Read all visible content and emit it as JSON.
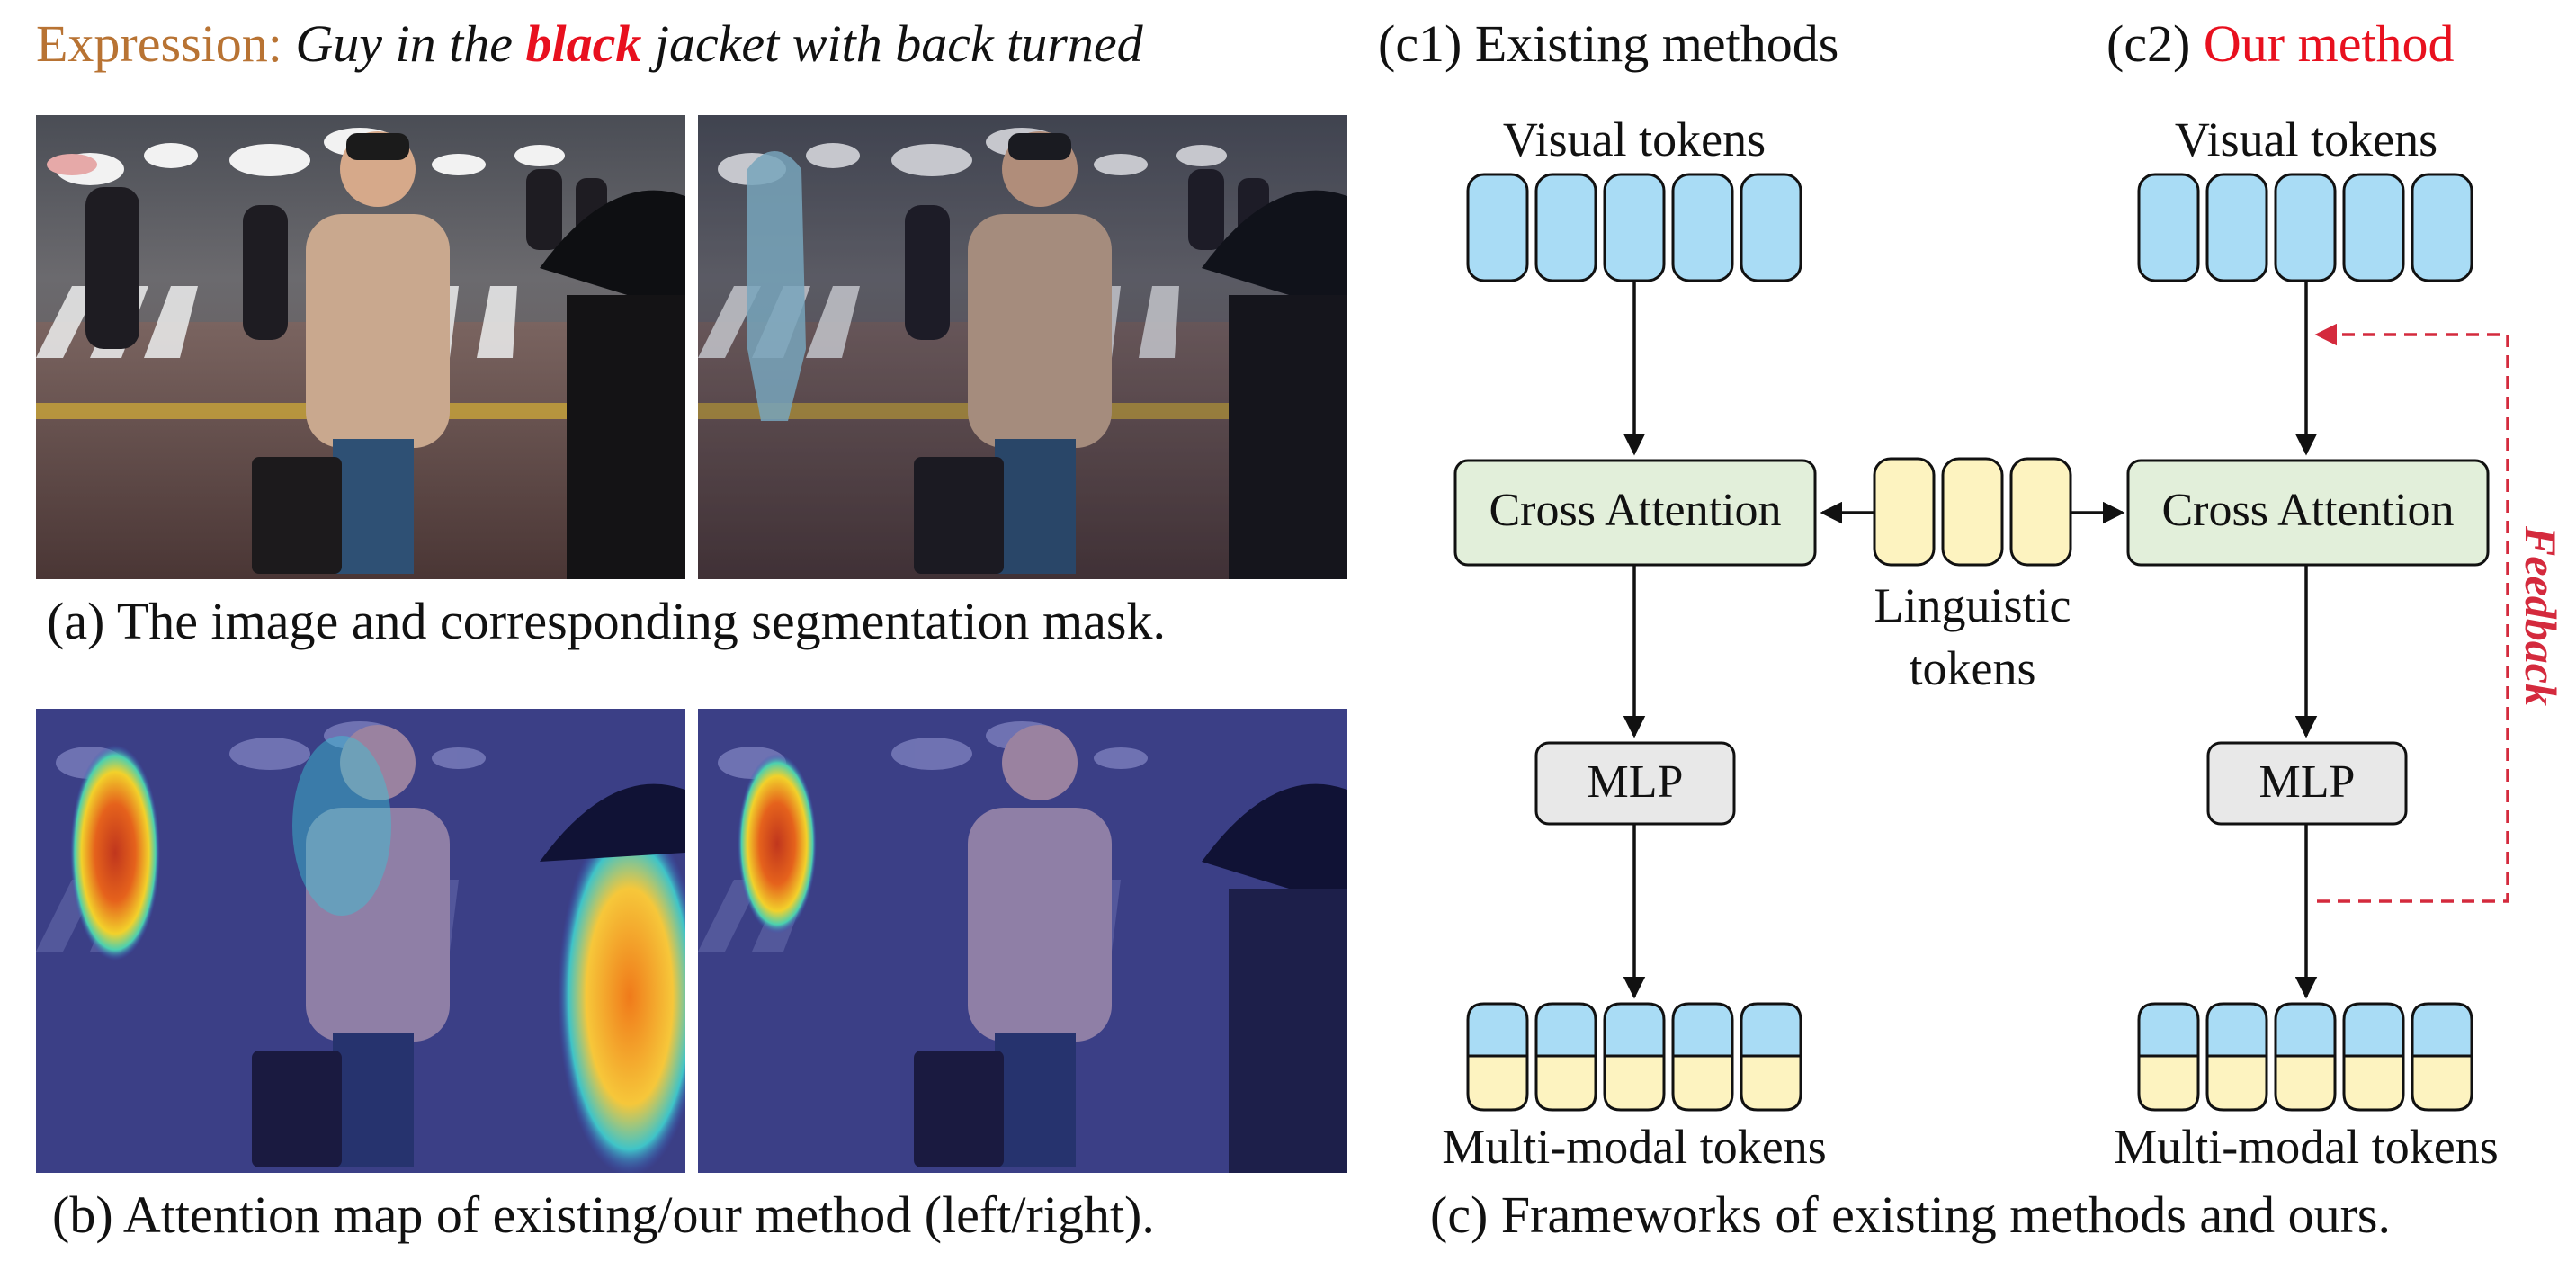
{
  "expression": {
    "prefix": "Expression:",
    "before": "Guy in the",
    "highlight": "black",
    "after": "jacket with back turned"
  },
  "captions": {
    "a": "(a) The image and corresponding segmentation mask.",
    "b": "(b) Attention map of existing/our method (left/right).",
    "c": "(c) Frameworks of existing methods and ours."
  },
  "panels": {
    "c1": {
      "prefix": "(c1)",
      "title": "Existing methods"
    },
    "c2": {
      "prefix": "(c2)",
      "title": "Our method"
    }
  },
  "labels": {
    "visual_tokens": "Visual tokens",
    "cross_attention": "Cross Attention",
    "mlp": "MLP",
    "multimodal_tokens": "Multi-modal tokens",
    "linguistic_line1": "Linguistic",
    "linguistic_line2": "tokens",
    "feedback": "Feedback"
  },
  "colors": {
    "visual_token": "#a9dcf5",
    "linguistic_token": "#fdf3c0",
    "cross_attention_fill": "#e2efda",
    "mlp_fill": "#e8e8e8",
    "feedback": "#d42a3d",
    "expression_prefix": "#b87333",
    "highlight": "#e8101e"
  },
  "photos": {
    "mask_overlay": "light-blue mask on person in black jacket",
    "heatmap_existing": "attention spread over three people",
    "heatmap_ours": "attention focused on person in black jacket"
  }
}
